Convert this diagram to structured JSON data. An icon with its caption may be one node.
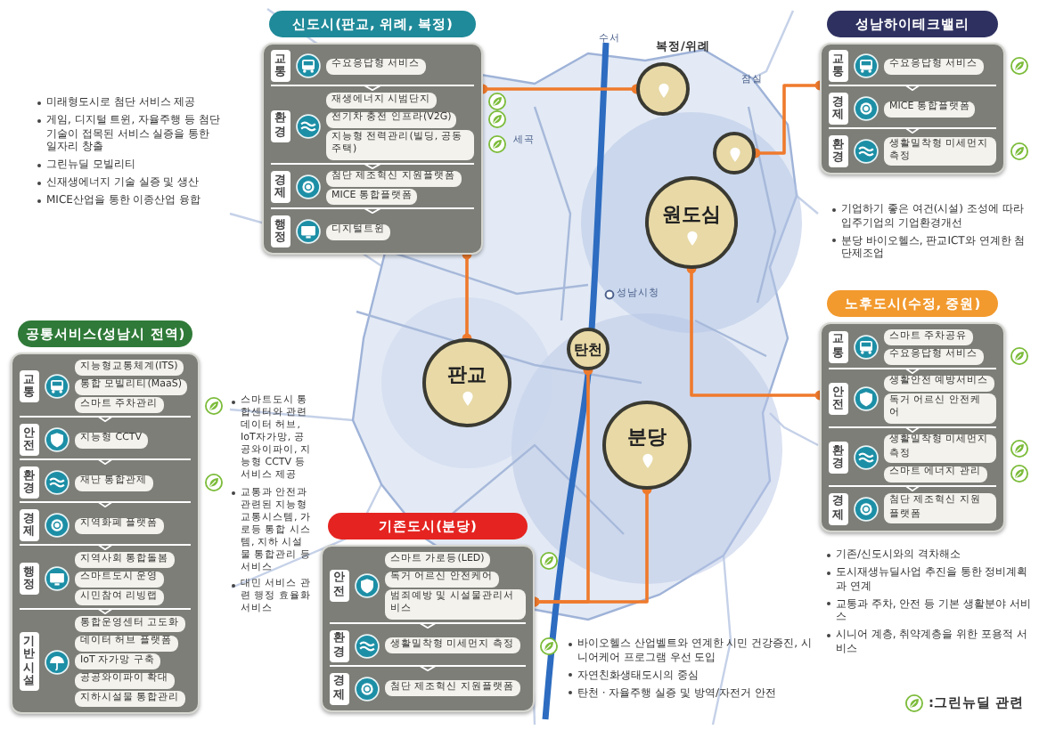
{
  "diagram": {
    "nodes": [
      {
        "text": [
          "신도시(판교, 위례, 복정)"
        ]
      },
      {
        "text": [
          "교통"
        ],
        "in": 0
      },
      {
        "text": [
          "수요응답형 서비스"
        ],
        "in": 0
      },
      {
        "text": [
          "환경"
        ],
        "in": 0
      },
      {
        "text": [
          "재생에너지 시범단지"
        ],
        "in": 0
      },
      {
        "text": [
          "전기차 충전 인프라(V2G)"
        ],
        "in": 0
      },
      {
        "text": [
          "지능형 전력관리(빌딩, 공동주택)"
        ],
        "in": 0
      },
      {
        "text": [
          "경제"
        ],
        "in": 0
      },
      {
        "text": [
          "첨단 제조혁신 지원플랫폼"
        ],
        "in": 0
      },
      {
        "text": [
          "MICE 통합플랫폼"
        ],
        "in": 0
      },
      {
        "text": [
          "행정"
        ],
        "in": 0
      },
      {
        "text": [
          "디지털트윈"
        ],
        "in": 0
      },
      {
        "text": [
          "성남하이테크밸리"
        ]
      },
      {
        "text": [
          "교통"
        ],
        "in": 12
      },
      {
        "text": [
          "수요응답형 서비스"
        ],
        "in": 12
      },
      {
        "text": [
          "경제"
        ],
        "in": 12
      },
      {
        "text": [
          "MICE 통합플랫폼"
        ],
        "in": 12
      },
      {
        "text": [
          "환경"
        ],
        "in": 12
      },
      {
        "text": [
          "생활밀착형 미세먼지 측정"
        ],
        "in": 12
      },
      {
        "text": [],
        "shape": "circle",
        "beside": [
          "복정/위례"
        ]
      },
      {
        "text": [],
        "shape": "circle"
      },
      {
        "text": [
          "원도심"
        ]
      },
      {
        "text": [
          "공통서비스(성남시 전역)"
        ]
      },
      {
        "text": [
          "교통"
        ],
        "in": 22
      },
      {
        "text": [
          "지능형교통체계(ITS)"
        ],
        "in": 22
      },
      {
        "text": [
          "통합 모빌리티(MaaS)"
        ],
        "in": 22
      },
      {
        "text": [
          "스마트 주차관리"
        ],
        "in": 22
      },
      {
        "text": [
          "안전"
        ],
        "in": 22
      },
      {
        "text": [
          "지능형 CCTV"
        ],
        "in": 22
      },
      {
        "text": [
          "환경"
        ],
        "in": 22
      },
      {
        "text": [
          "재난 통합관제"
        ],
        "in": 22
      },
      {
        "text": [
          "경제"
        ],
        "in": 22
      },
      {
        "text": [
          "지역화폐 플랫폼"
        ],
        "in": 22
      },
      {
        "text": [
          "행정"
        ],
        "in": 22
      },
      {
        "text": [
          "지역사회 통합돌봄"
        ],
        "in": 22
      },
      {
        "text": [
          "스마트도시 운영"
        ],
        "in": 22
      },
      {
        "text": [
          "시민참여 리빙랩"
        ],
        "in": 22
      },
      {
        "text": [
          "기반시설"
        ],
        "in": 22
      },
      {
        "text": [
          "통합운영센터 고도화"
        ],
        "in": 22
      },
      {
        "text": [
          "데이터 허브 플랫폼"
        ],
        "in": 22
      },
      {
        "text": [
          "IoT 자가망 구축"
        ],
        "in": 22
      },
      {
        "text": [
          "공공와이파이 확대"
        ],
        "in": 22
      },
      {
        "text": [
          "지하시설물 통합관리"
        ],
        "in": 22
      },
      {
        "text": [
          "판교"
        ]
      },
      {
        "text": [
          "탄천"
        ]
      },
      {
        "text": [
          "분당"
        ]
      },
      {
        "text": [
          "노후도시(수정, 중원)"
        ]
      },
      {
        "text": [
          "교통"
        ],
        "in": 46
      },
      {
        "text": [
          "스마트 주차공유"
        ],
        "in": 46
      },
      {
        "text": [
          "수요응답형 서비스"
        ],
        "in": 46
      },
      {
        "text": [
          "안전"
        ],
        "in": 46
      },
      {
        "text": [
          "생활안전 예방서비스"
        ],
        "in": 46
      },
      {
        "text": [
          "독거 어르신 안전케어"
        ],
        "in": 46
      },
      {
        "text": [
          "환경"
        ],
        "in": 46
      },
      {
        "text": [
          "생활밀착형 미세먼지 측정"
        ],
        "in": 46
      },
      {
        "text": [
          "스마트 에너지 관리"
        ],
        "in": 46
      },
      {
        "text": [
          "경제"
        ],
        "in": 46
      },
      {
        "text": [
          "첨단 제조혁신 지원플랫폼"
        ],
        "in": 46
      },
      {
        "text": [
          "기존도시(분당)"
        ]
      },
      {
        "text": [
          "안전"
        ],
        "in": 58
      },
      {
        "text": [
          "스마트 가로등(LED)"
        ],
        "in": 58
      },
      {
        "text": [
          "독거 어르신 안전케어"
        ],
        "in": 58
      },
      {
        "text": [
          "범죄예방 및 시설물관리서비스"
        ],
        "in": 58
      },
      {
        "text": [
          "환경"
        ],
        "in": 58
      },
      {
        "text": [
          "생활밀착형 미세먼지 측정"
        ],
        "in": 58
      },
      {
        "text": [
          "경제"
        ],
        "in": 58
      },
      {
        "text": [
          "첨단 제조혁신 지원플랫폼"
        ],
        "in": 58
      }
    ],
    "edges": [
      {
        "from": 43,
        "to": 0,
        "arrow": "other"
      },
      {
        "from": 19,
        "to": 0,
        "arrow": "other"
      },
      {
        "from": 20,
        "to": 12,
        "arrow": "other"
      },
      {
        "from": 21,
        "to": 46,
        "arrow": "other"
      },
      {
        "from": 44,
        "to": 58,
        "arrow": "other"
      },
      {
        "from": 45,
        "to": 58,
        "arrow": "other"
      }
    ],
    "labels": [
      "수서",
      "잠실",
      "미래형도시로 첨단 서비스 제공",
      "게임, 디지털 트윈, 자율주행 등 첨단기술이 접목된 서비스 실증을 통한 일자리 창출",
      "그린뉴딜 모빌리티",
      "신재생에너지 기술 실증 및 생산",
      "MICE산업을 통한 이종산업 융합",
      "세곡",
      "기업하기 좋은 여건(시설) 조성에 따라 입주기업의 기업환경개선",
      "분당 바이오헬스, 판교ICT와 연계한 첨단제조업",
      "성남시청",
      "스마트도시 통합센터와 관련 데이터 허브, IoT자가망, 공공와이파이, 지능형 CCTV 등 서비스 제공",
      "교통과 안전과 관련된 지능형교통시스템, 가로등 통합 시스템, 지하 시설물 통합관리 등 서비스",
      "대민 서비스 관련 행정 효율화 서비스",
      "기존/신도시와의 격차해소",
      "도시재생뉴딜사업 추진을 통한 정비계획과 연계",
      "교통과 주차, 안전 등 기본 생활분야 서비스",
      "시니어 계층, 취약계층을 위한 포용적 서비스",
      "바이오헬스 산업벨트와 연계한 시민 건강증진, 시니어케어 프로그램 우선 도입",
      "자연친화생태도시의 중심",
      "탄천 · 자율주행 실증 및 방역/자전거 안전"
    ],
    "legend": [
      {
        "text": ":그린뉴딜 관련"
      }
    ]
  }
}
